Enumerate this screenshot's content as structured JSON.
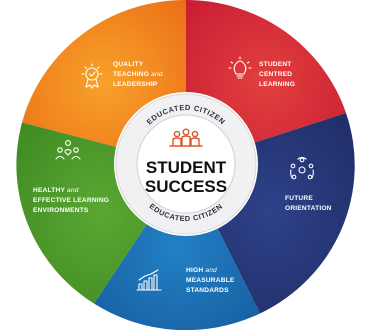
{
  "center": {
    "title_line1": "STUDENT",
    "title_line2": "SUCCESS",
    "ring_top": "EDUCATED CITIZEN",
    "ring_bottom": "EDUCATED CITIZEN",
    "icon": "people-group-icon"
  },
  "segments": [
    {
      "id": "quality-teaching",
      "color": "#f08a1c",
      "icon": "award-medal-icon",
      "lines": [
        [
          "QUALITY",
          ""
        ],
        [
          "TEACHING ",
          "and"
        ],
        [
          "LEADERSHIP",
          ""
        ]
      ]
    },
    {
      "id": "student-centred",
      "color": "#d92638",
      "icon": "lightbulb-icon",
      "lines": [
        [
          "STUDENT",
          ""
        ],
        [
          "CENTRED",
          ""
        ],
        [
          "LEARNING",
          ""
        ]
      ]
    },
    {
      "id": "future-orientation",
      "color": "#263775",
      "icon": "network-cycle-icon",
      "lines": [
        [
          "FUTURE",
          ""
        ],
        [
          "ORIENTATION",
          ""
        ]
      ]
    },
    {
      "id": "high-standards",
      "color": "#1b6db1",
      "icon": "bar-chart-icon",
      "lines": [
        [
          "HIGH ",
          "and"
        ],
        [
          "MEASURABLE",
          ""
        ],
        [
          "STANDARDS",
          ""
        ]
      ]
    },
    {
      "id": "healthy-environments",
      "color": "#4f9a2a",
      "icon": "community-icon",
      "lines": [
        [
          "HEALTHY ",
          "and"
        ],
        [
          "EFFECTIVE LEARNING",
          ""
        ],
        [
          "ENVIRONMENTS",
          ""
        ]
      ]
    }
  ],
  "colors": {
    "orange": "#f08a1c",
    "red": "#d92638",
    "navy": "#263775",
    "blue": "#1b6db1",
    "green": "#4f9a2a",
    "center_icon": "#e0552a"
  }
}
